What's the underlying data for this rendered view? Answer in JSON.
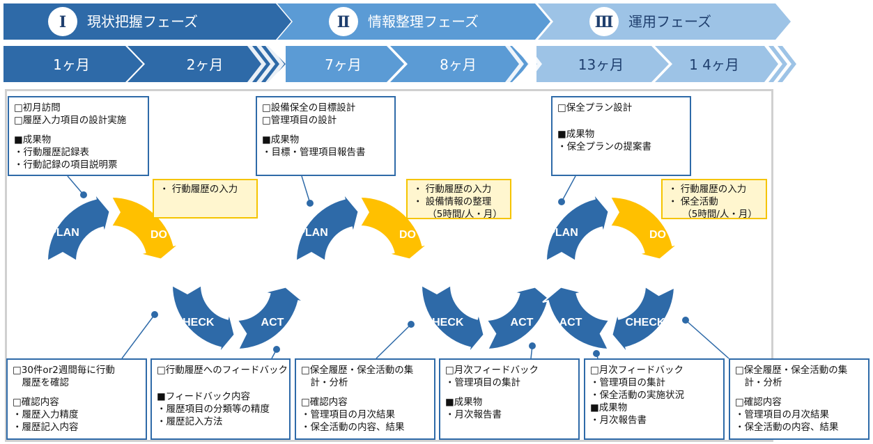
{
  "phases": [
    {
      "numeral": "Ⅰ",
      "label": "現状把握フェーズ",
      "color": "#2e6aa8"
    },
    {
      "numeral": "Ⅱ",
      "label": "情報整理フェーズ",
      "color": "#5b9bd5"
    },
    {
      "numeral": "Ⅲ",
      "label": "運用フェーズ",
      "color": "#9dc3e6"
    }
  ],
  "months": [
    "1ヶ月",
    "2ヶ月",
    "7ヶ月",
    "8ヶ月",
    "13ヶ月",
    "1 4ヶ月"
  ],
  "cycle_labels": {
    "plan": "PLAN",
    "do": "DO",
    "check": "CHECK",
    "act": "ACT"
  },
  "colors": {
    "blue": "#2e6aa8",
    "yellow": "#ffc000",
    "border": "#2e6aa8"
  },
  "top_boxes": [
    {
      "lines": [
        "□初月訪問",
        "□履歴入力項目の設計実施",
        "",
        "■成果物",
        "・行動履歴記録表",
        "・行動記録の項目説明票"
      ]
    },
    {
      "lines": [
        "□設備保全の目標設計",
        "□管理項目の設計",
        "",
        "■成果物",
        "・目標・管理項目報告書"
      ]
    },
    {
      "lines": [
        "□保全プラン設計",
        "",
        "",
        "■成果物",
        "・保全プランの提案書"
      ]
    }
  ],
  "do_notes": [
    {
      "lines": [
        "・ 行動履歴の入力"
      ]
    },
    {
      "lines": [
        "・ 行動履歴の入力",
        "・ 設備情報の整理",
        "　　（5時間/人・月）"
      ]
    },
    {
      "lines": [
        "・ 行動履歴の入力",
        "・ 保全活動",
        "　　（5時間/人・月）"
      ]
    }
  ],
  "bottom_boxes": [
    {
      "lines": [
        "□30件or2週間毎に行動",
        "　履歴を確認",
        "",
        "□確認内容",
        "・履歴入力精度",
        "・履歴記入内容"
      ]
    },
    {
      "lines": [
        "□行動履歴へのフィードバック",
        "",
        "",
        "■フィードバック内容",
        "・履歴項目の分類等の精度",
        "・履歴記入方法"
      ]
    },
    {
      "lines": [
        "□保全履歴・保全活動の集",
        "　計・分析",
        "",
        "□確認内容",
        "・管理項目の月次結果",
        "・保全活動の内容、結果"
      ]
    },
    {
      "lines": [
        "□月次フィードバック",
        "・管理項目の集計",
        "",
        "■成果物",
        "・月次報告書"
      ]
    },
    {
      "lines": [
        "□月次フィードバック",
        "・管理項目の集計",
        "・保全活動の実施状況",
        "■成果物",
        "・月次報告書"
      ]
    },
    {
      "lines": [
        "□保全履歴・保全活動の集",
        "　計・分析",
        "",
        "□確認内容",
        "・管理項目の月次結果",
        "・保全活動の内容、結果"
      ]
    }
  ]
}
